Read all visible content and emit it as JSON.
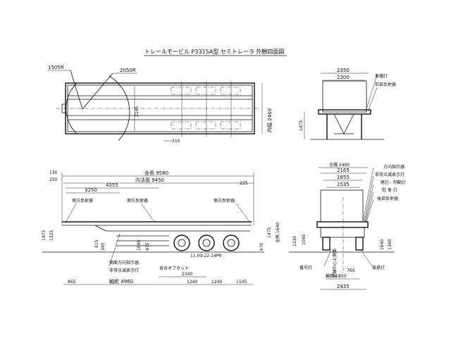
{
  "title": "トレールモービル P331SA型 セミトレーラ 外観四面図",
  "plan_view": {
    "r1": "1505R",
    "r2": "2050R",
    "width_inner": "2145",
    "inner_width": "内幅 2460",
    "offset": "310"
  },
  "front_view": {
    "w1": "2350",
    "w2": "2200",
    "lamp1": "車幅灯",
    "lamp2": "前部反射器",
    "h": "1475"
  },
  "side_view": {
    "overall": "全長 9580",
    "inner": "内法長 9450",
    "d130": "130",
    "d250": "250",
    "d4555": "4555",
    "d3250": "3250",
    "d225": "225",
    "reflector": "側方反射器",
    "h1475": "1475",
    "h1325": "1325",
    "h815": "815",
    "h395": "395",
    "h1090": "1090",
    "h475": "475",
    "turn": "側面方向指示器",
    "hazard": "非常点滅表示灯",
    "tire": "11.00-22-14PR",
    "offset": "背台オフセット",
    "d2340": "2340",
    "d865": "865",
    "wheelbase": "軸距 4960",
    "d1240a": "1240",
    "d1240b": "1240",
    "d1145": "1145",
    "r1475": "1475",
    "r1640": "全高 1640",
    "d670": "670"
  },
  "rear_view": {
    "overall": "全幅 2490",
    "w2165": "2165",
    "w1855": "1855",
    "w1535": "1535",
    "l1": "方向指示器",
    "l2": "非常点滅表示灯",
    "l3": "尾灯、制動灯",
    "l4": "駐 車 灯",
    "l5": "後部反射器",
    "h1230": "1230",
    "h1090": "1090",
    "h1640": "1640",
    "h1340": "1340",
    "plate": "番号灯",
    "axle": "車軸中心上側面",
    "d760": "760",
    "track": "輪距 1800",
    "w2435": "2435",
    "backup": "後退灯"
  }
}
